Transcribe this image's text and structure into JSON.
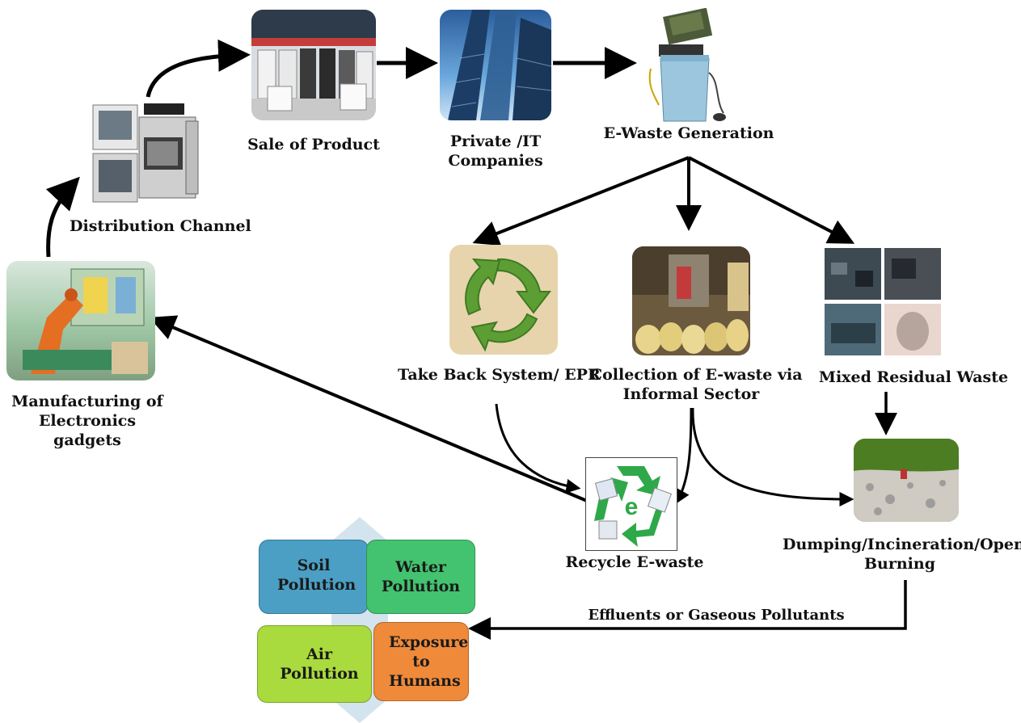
{
  "nodes": {
    "manufacturing": "Manufacturing of Electronics gadgets",
    "distribution": "Distribution Channel",
    "sale": "Sale of Product",
    "companies_line1": "Private /IT",
    "companies_line2": "Companies",
    "generation": "E-Waste Generation",
    "takeback": "Take Back System/ EPR",
    "informal_line1": "Collection of E-waste via",
    "informal_line2": "Informal Sector",
    "mixed": "Mixed Residual Waste",
    "recycle": "Recycle E-waste",
    "dumping_line1": "Dumping/Incineration/Open",
    "dumping_line2": "Burning",
    "recycle_letter": "e"
  },
  "edge_labels": {
    "effluents": "Effluents or Gaseous Pollutants"
  },
  "pollution": {
    "soil": "Soil Pollution",
    "water": "Water Pollution",
    "air": "Air Pollution",
    "exposure": "Exposure to Humans"
  },
  "colors": {
    "soil": "#4b9fc4",
    "water": "#43c36f",
    "air": "#a9da3e",
    "exposure": "#ef8a3a",
    "arrow": "#000000",
    "recycle_green": "#2fa84a"
  }
}
